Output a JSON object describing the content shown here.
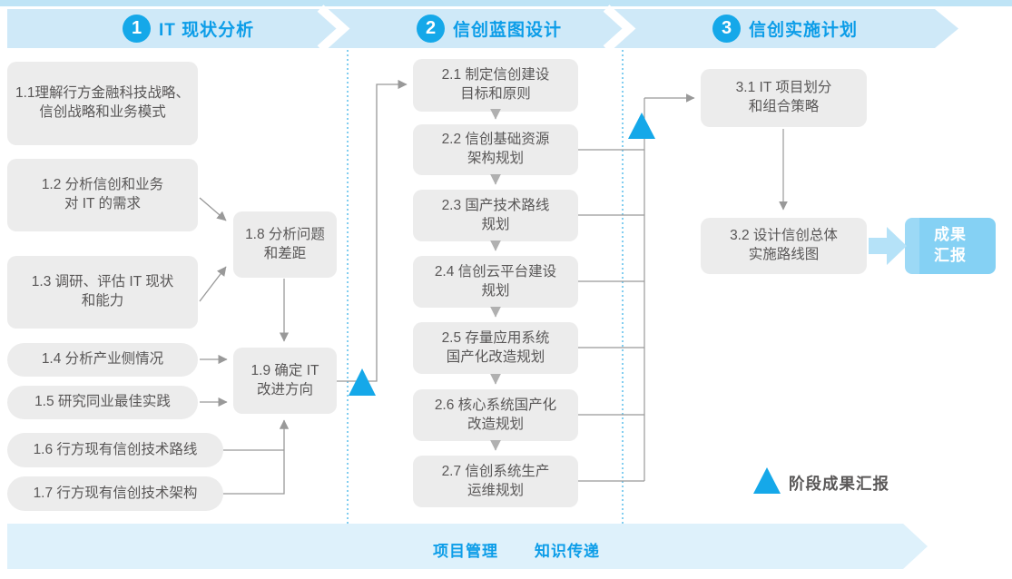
{
  "phases": [
    {
      "number": "1",
      "title": "IT 现状分析",
      "boxes": [
        {
          "label": "1.1理解行方金融科技战略、\n信创战略和业务模式"
        },
        {
          "label": "1.2 分析信创和业务\n对 IT 的需求"
        },
        {
          "label": "1.3 调研、评估 IT 现状\n和能力"
        },
        {
          "label": "1.4 分析产业侧情况"
        },
        {
          "label": "1.5 研究同业最佳实践"
        },
        {
          "label": "1.6 行方现有信创技术路线"
        },
        {
          "label": "1.7 行方现有信创技术架构"
        },
        {
          "label": "1.8 分析问题\n和差距"
        },
        {
          "label": "1.9 确定 IT\n改进方向"
        }
      ]
    },
    {
      "number": "2",
      "title": "信创蓝图设计",
      "boxes": [
        {
          "label": "2.1 制定信创建设\n目标和原则"
        },
        {
          "label": "2.2 信创基础资源\n架构规划"
        },
        {
          "label": "2.3 国产技术路线\n规划"
        },
        {
          "label": "2.4 信创云平台建设\n规划"
        },
        {
          "label": "2.5 存量应用系统\n国产化改造规划"
        },
        {
          "label": "2.6 核心系统国产化\n改造规划"
        },
        {
          "label": "2.7 信创系统生产\n运维规划"
        }
      ]
    },
    {
      "number": "3",
      "title": "信创实施计划",
      "boxes": [
        {
          "label": "3.1 IT 项目划分\n和组合策略"
        },
        {
          "label": "3.2 设计信创总体\n实施路线图"
        }
      ]
    }
  ],
  "result_box": {
    "label": "成果\n汇报"
  },
  "legend": {
    "icon": "triangle-up-icon",
    "label": "阶段成果汇报"
  },
  "bottom_bar": {
    "items": [
      {
        "label": "项目管理"
      },
      {
        "label": "知识传递"
      }
    ]
  },
  "colors": {
    "accent_blue": "#15a8e9",
    "banner_bg": "#cfe9f8",
    "top_strip": "#bfe4f6",
    "box_bg": "#ececec",
    "box_text": "#595757",
    "connector_gray": "#999999",
    "banner_text": "#0c9de8",
    "result_box_bg": "#85d1f4",
    "bottom_band_bg": "#def1fb",
    "fat_arrow": "#b5e2f8"
  }
}
